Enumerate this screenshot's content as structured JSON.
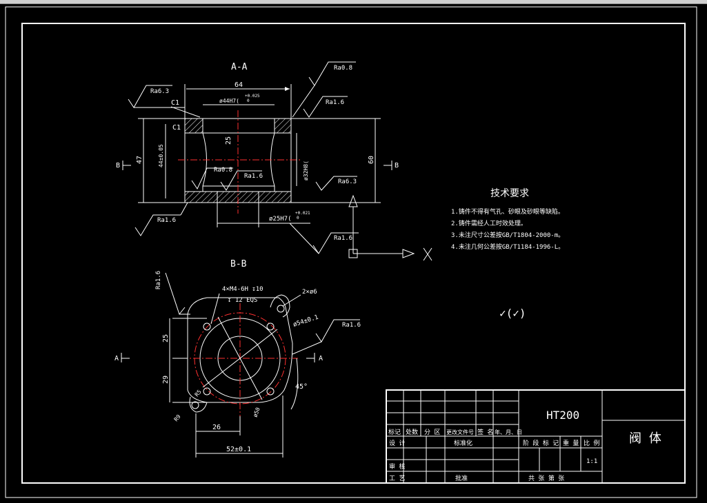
{
  "section_aa": {
    "title": "A-A",
    "dims": {
      "width": "64",
      "bore_top": "ø44H7(",
      "bore_top_tol": "+0.025",
      "bore_top_tol0": "0",
      "height_inner": "25",
      "left_outer": "47",
      "left_bore": "44±0.05",
      "right_bore": "ø32H8(",
      "right_height": "60",
      "bottom_bore": "ø25H7(",
      "bottom_tol": "+0.021",
      "bottom_tol0": "0",
      "chamfer_top": "C1",
      "chamfer_left": "C1"
    },
    "roughness": [
      "Ra0.8",
      "Ra6.3",
      "Ra1.6",
      "Ra0.8",
      "Ra1.6",
      "Ra6.3",
      "Ra1.6",
      "Ra1.6"
    ],
    "section_marks": [
      "B",
      "B"
    ]
  },
  "section_bb": {
    "title": "B-B",
    "thread_note_1": "4×M4-6H ↧10",
    "thread_note_2": "↧ 12 EQS",
    "hole_note": "2×ø6",
    "dims": {
      "circle": "ø54±0.1",
      "left_top": "25",
      "left_bottom": "29",
      "bottom_inner": "26",
      "bottom_outer": "52±0.1",
      "angle": "45°",
      "r5": "R5",
      "r9": "R9",
      "d50": "ø50"
    },
    "roughness": [
      "Ra1.6",
      "Ra1.6"
    ],
    "section_marks": [
      "A",
      "A"
    ]
  },
  "tech_requirements": {
    "title": "技术要求",
    "items": [
      "1.铸件不得有气孔、砂眼及砂眼等缺陷。",
      "2.铸件需经人工时效处理。",
      "3.未注尺寸公差按GB/T1804-2000-m。",
      "4.未注几何公差按GB/T1184-1996-L。"
    ],
    "general_roughness": "✓(✓)"
  },
  "title_block": {
    "material": "HT200",
    "part_name": "阀  体",
    "scale": "1:1",
    "headers": [
      "标记",
      "处数",
      "分 区",
      "更改文件号",
      "签 名",
      "年、月、日"
    ],
    "rows": [
      "设 计",
      "审 核",
      "工 艺"
    ],
    "standardize": "标准化",
    "approve": "批准",
    "stage_label": "阶 段 标 记",
    "weight_label": "重 量",
    "scale_label": "比 例",
    "sheets_label": "共   张   第   张"
  },
  "colors": {
    "background": "#000000",
    "line": "#ffffff",
    "center_line": "#ff3030"
  }
}
